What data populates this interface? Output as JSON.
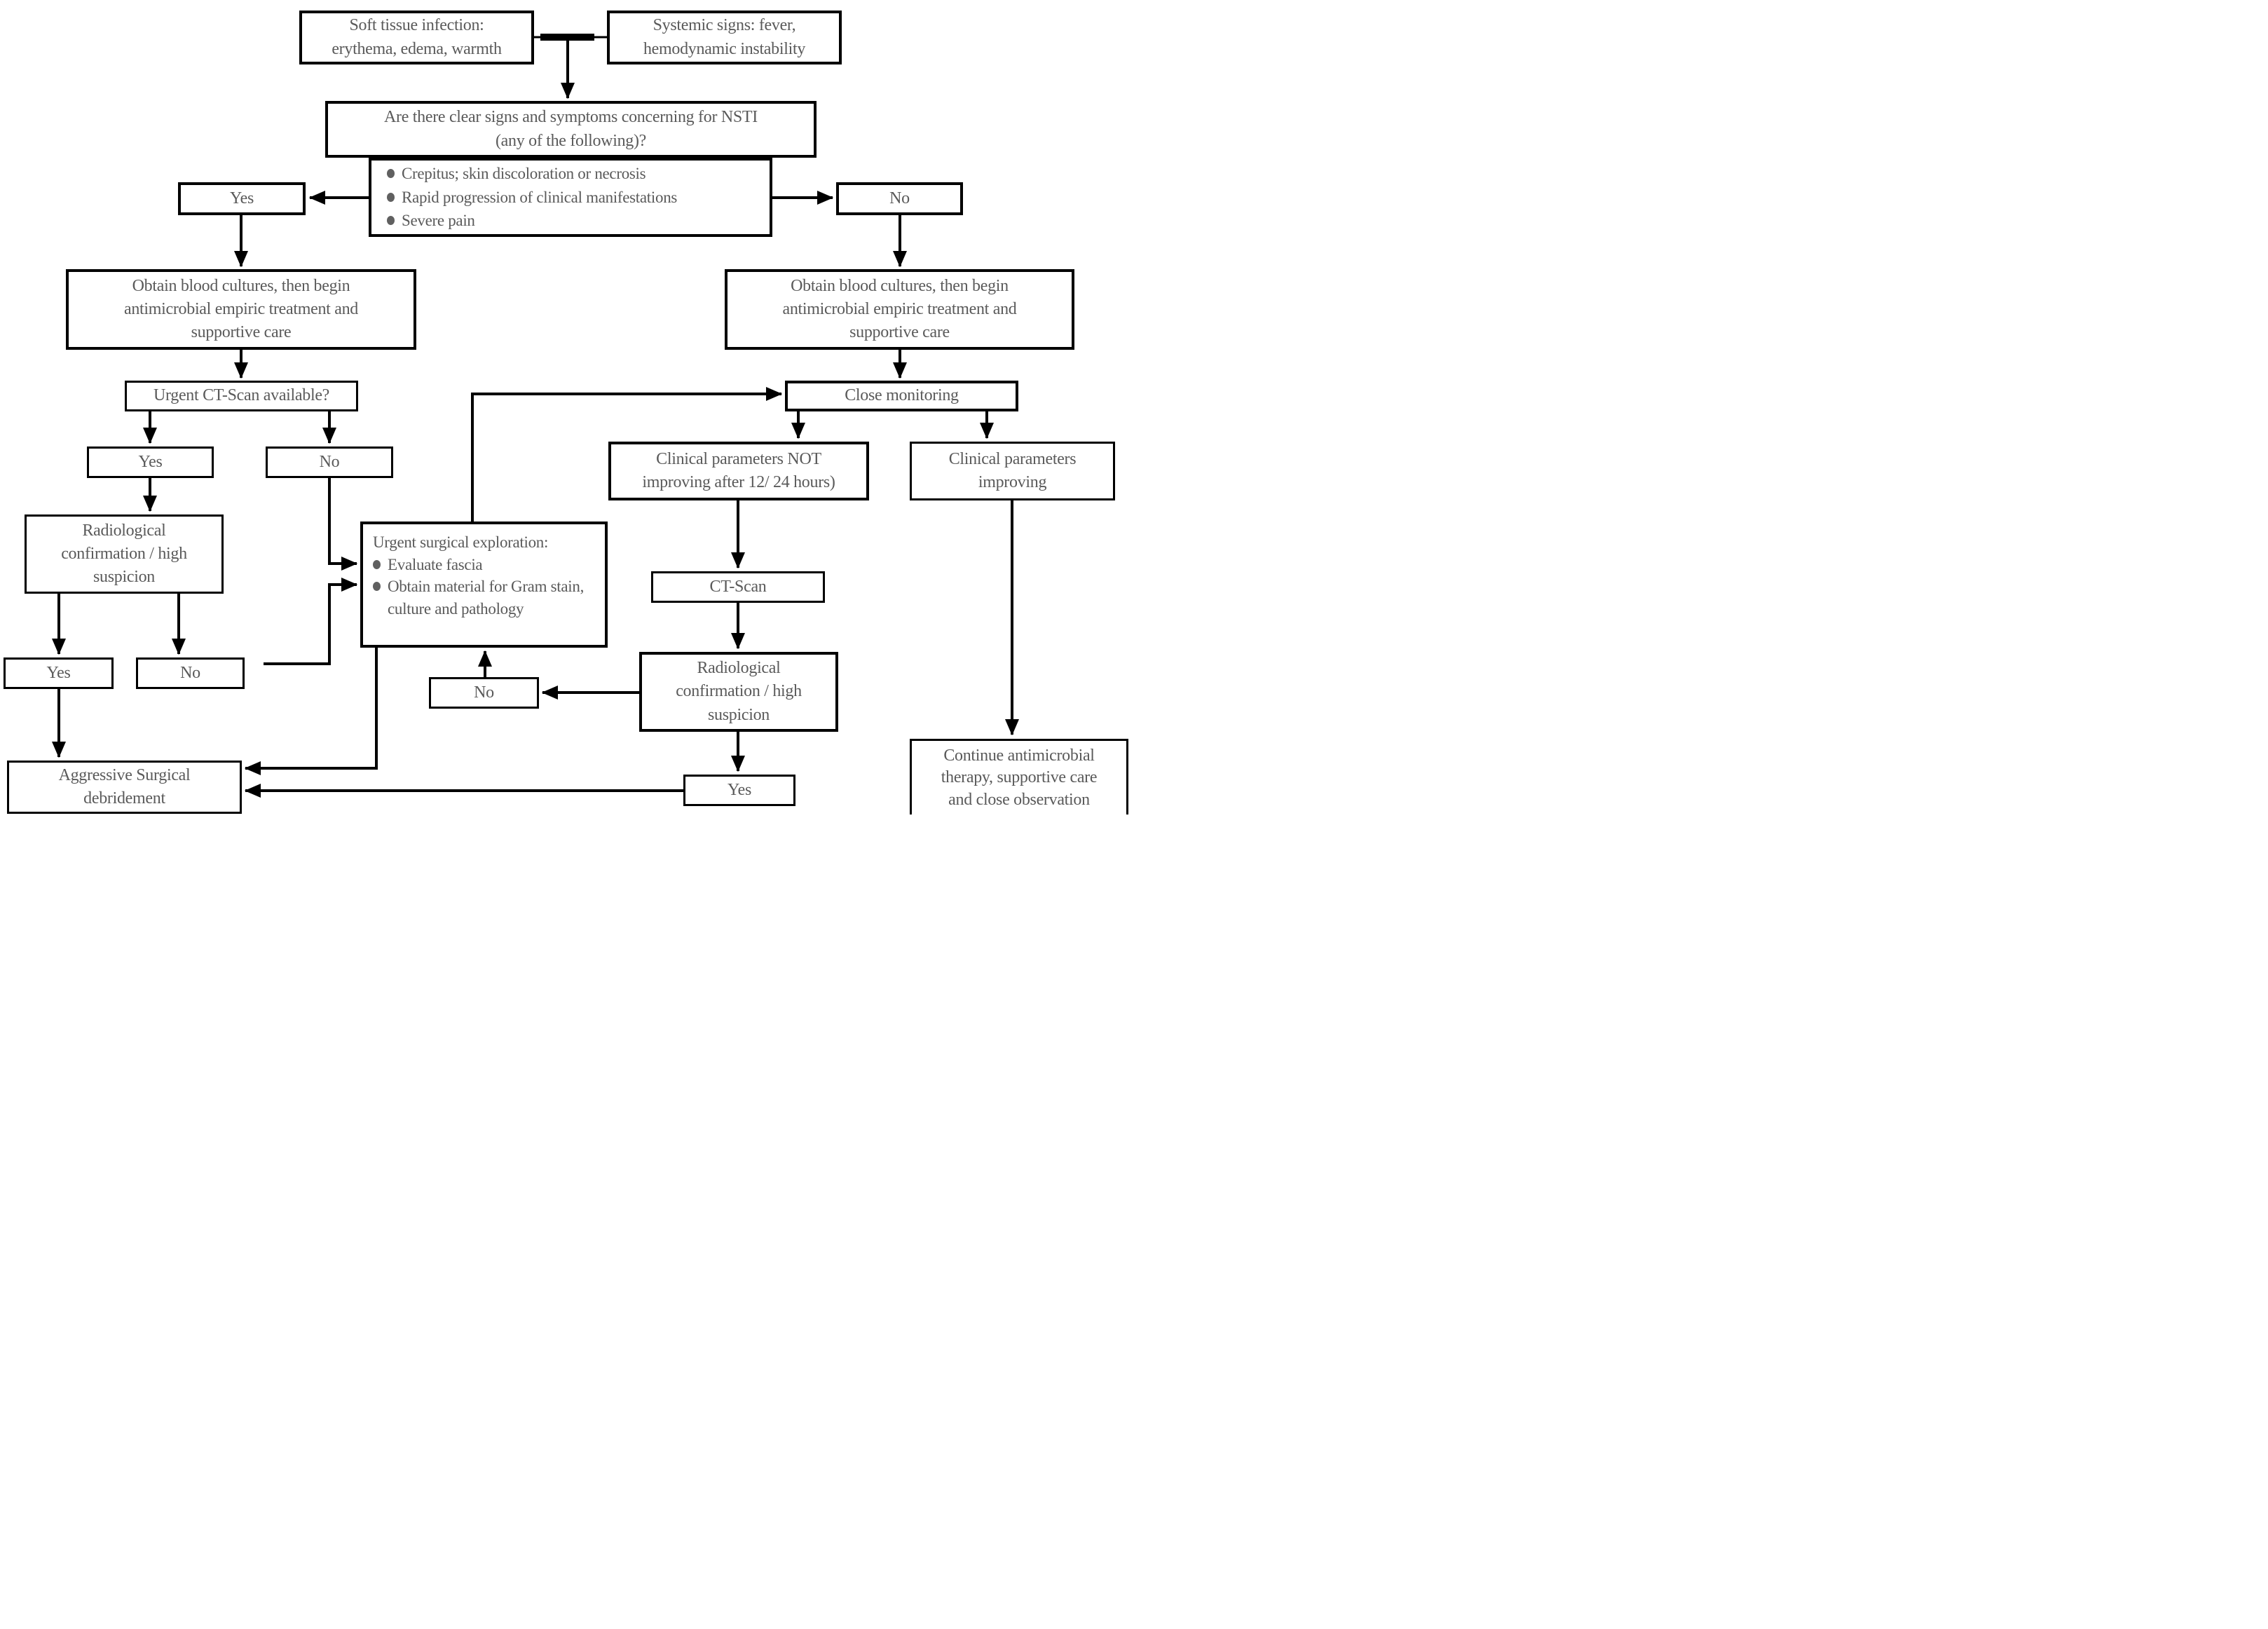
{
  "colors": {
    "box_border": "#000000",
    "text": "#5a5a5a",
    "background": "#ffffff",
    "bullet": "#606060"
  },
  "labels": {
    "yes": "Yes",
    "no": "No"
  },
  "nodes": {
    "soft_tissue": {
      "lines": [
        "Soft tissue infection:",
        "erythema, edema, warmth"
      ]
    },
    "systemic": {
      "lines": [
        "Systemic signs: fever,",
        "hemodynamic instability"
      ]
    },
    "nsti_question": {
      "lines": [
        "Are there clear signs and symptoms concerning for NSTI",
        "(any of the following)?"
      ]
    },
    "nsti_signs": {
      "items": [
        "Crepitus; skin discoloration or necrosis",
        "Rapid progression of clinical manifestations",
        "Severe pain"
      ]
    },
    "obtain_cultures_left": {
      "lines": [
        "Obtain blood cultures, then begin",
        "antimicrobial empiric treatment and",
        "supportive care"
      ]
    },
    "obtain_cultures_right": {
      "lines": [
        "Obtain blood cultures, then begin",
        "antimicrobial empiric treatment and",
        "supportive care"
      ]
    },
    "urgent_ct": {
      "label": "Urgent CT-Scan available?"
    },
    "close_monitoring": {
      "label": "Close monitoring"
    },
    "radiological_left": {
      "lines": [
        "Radiological",
        "confirmation /  high",
        "suspicion"
      ]
    },
    "urgent_surgical": {
      "title": "Urgent surgical exploration:",
      "items": [
        "Evaluate fascia",
        "Obtain material for Gram stain, culture and pathology"
      ]
    },
    "clinical_not_improving": {
      "lines": [
        "Clinical parameters NOT",
        "improving after 12/ 24 hours)"
      ]
    },
    "clinical_improving": {
      "lines": [
        "Clinical parameters",
        "improving"
      ]
    },
    "ct_scan": {
      "label": "CT-Scan"
    },
    "radiological_right": {
      "lines": [
        "Radiological",
        "confirmation /  high",
        "suspicion"
      ]
    },
    "aggressive_debridement": {
      "lines": [
        "Aggressive Surgical",
        "debridement"
      ]
    },
    "continue_therapy": {
      "lines": [
        "Continue antimicrobial",
        "therapy, supportive care",
        "and close observation"
      ]
    }
  }
}
